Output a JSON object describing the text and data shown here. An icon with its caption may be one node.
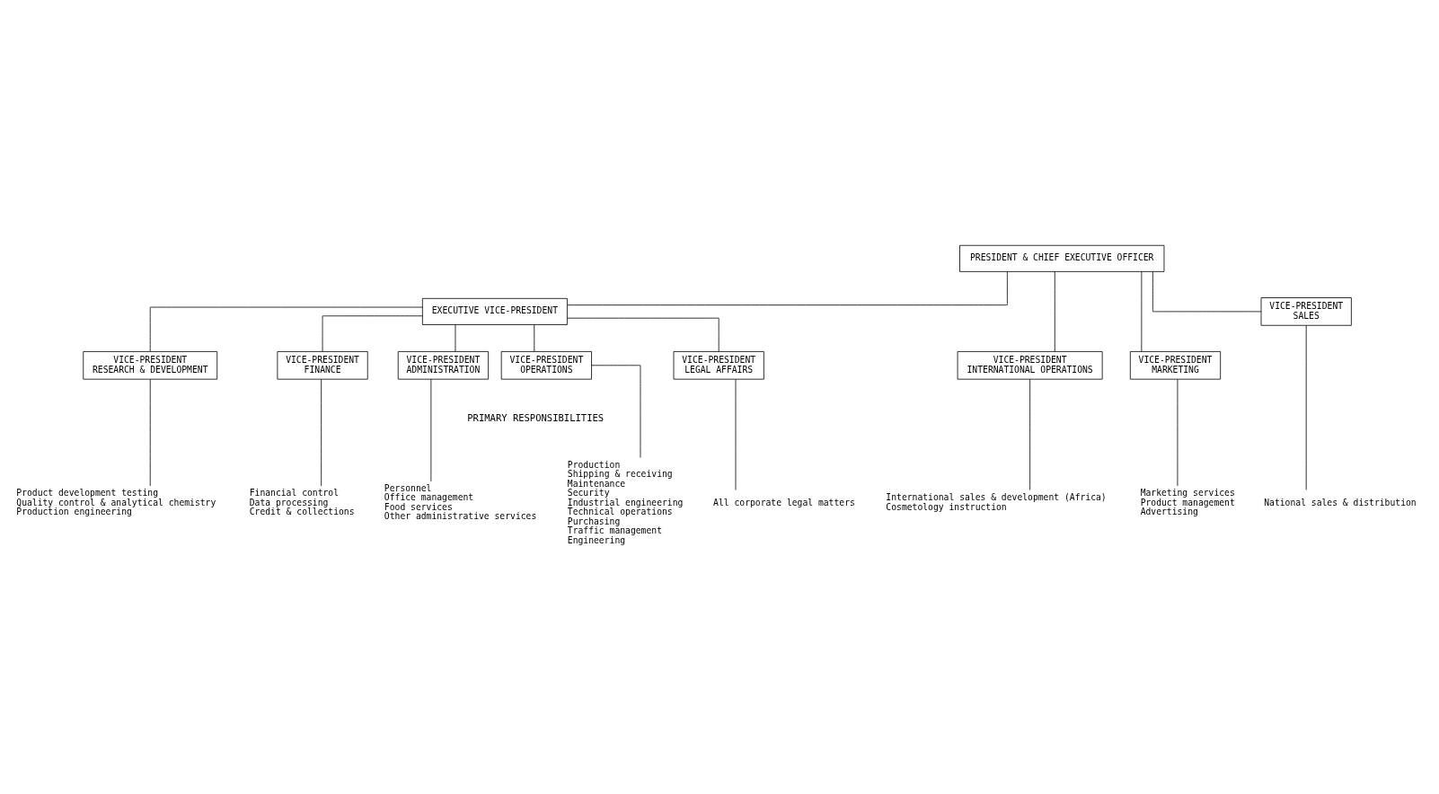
{
  "diagram": {
    "nodes": [
      {
        "text": [
          "PRESIDENT & CHIEF EXECUTIVE OFFICER"
        ]
      },
      {
        "text": [
          "EXECUTIVE VICE-PRESIDENT"
        ]
      },
      {
        "text": [
          "VICE-PRESIDENT",
          "FINANCE"
        ]
      },
      {
        "text": [
          "VICE-PRESIDENT",
          "LEGAL AFFAIRS"
        ]
      },
      {
        "text": [
          "VICE-PRESIDENT",
          "OPERATIONS"
        ]
      },
      {
        "text": [
          "VICE-PRESIDENT",
          "RESEARCH & DEVELOPMENT"
        ]
      },
      {
        "text": [
          "VICE-PRESIDENT",
          "ADMINISTRATION"
        ]
      },
      {
        "text": [
          "VICE-PRESIDENT",
          "INTERNATIONAL OPERATIONS"
        ]
      },
      {
        "text": [
          "VICE-PRESIDENT",
          "MARKETING"
        ]
      },
      {
        "text": [
          "VICE-PRESIDENT",
          "SALES"
        ]
      },
      {
        "text": [
          "Financial control",
          "Data processing",
          "Credit & collections"
        ]
      },
      {
        "text": [
          "All corporate legal matters"
        ]
      },
      {
        "text": [
          "Production",
          "Shipping & receiving",
          "Maintenance",
          "Security",
          "Industrial engineering",
          "Technical operations",
          "Purchasing",
          "Traffic management",
          "Engineering"
        ]
      },
      {
        "text": [
          "Product development testing",
          "Quality control & analytical chemistry",
          "Production engineering"
        ]
      },
      {
        "text": [
          "Personnel",
          "Office management",
          "Food services",
          "Other administrative services"
        ]
      },
      {
        "text": [
          "International sales & development (Africa)",
          "Cosmetology instruction"
        ]
      },
      {
        "text": [
          "Marketing services",
          "Product management",
          "Advertising"
        ]
      },
      {
        "text": [
          "National sales & distribution"
        ]
      }
    ],
    "edges": [
      {
        "from": 0,
        "to": 1,
        "arrow": "none"
      },
      {
        "from": 1,
        "to": 2,
        "arrow": "none"
      },
      {
        "from": 1,
        "to": 3,
        "arrow": "none"
      },
      {
        "from": 1,
        "to": 4,
        "arrow": "none"
      },
      {
        "from": 1,
        "to": 5,
        "arrow": "none"
      },
      {
        "from": 1,
        "to": 6,
        "arrow": "none"
      },
      {
        "from": 0,
        "to": 7,
        "arrow": "none"
      },
      {
        "from": 0,
        "to": 8,
        "arrow": "none"
      },
      {
        "from": 0,
        "to": 9,
        "arrow": "none"
      },
      {
        "from": 2,
        "to": 10,
        "arrow": "none"
      },
      {
        "from": 3,
        "to": 11,
        "arrow": "none"
      },
      {
        "from": 4,
        "to": 12,
        "arrow": "none"
      },
      {
        "from": 5,
        "to": 13,
        "arrow": "none"
      },
      {
        "from": 6,
        "to": 14,
        "arrow": "none"
      },
      {
        "from": 7,
        "to": 15,
        "arrow": "none"
      },
      {
        "from": 8,
        "to": 16,
        "arrow": "none"
      },
      {
        "from": 9,
        "to": 17,
        "arrow": "none"
      }
    ],
    "labels": [
      "PRIMARY RESPONSIBILITIES"
    ]
  }
}
